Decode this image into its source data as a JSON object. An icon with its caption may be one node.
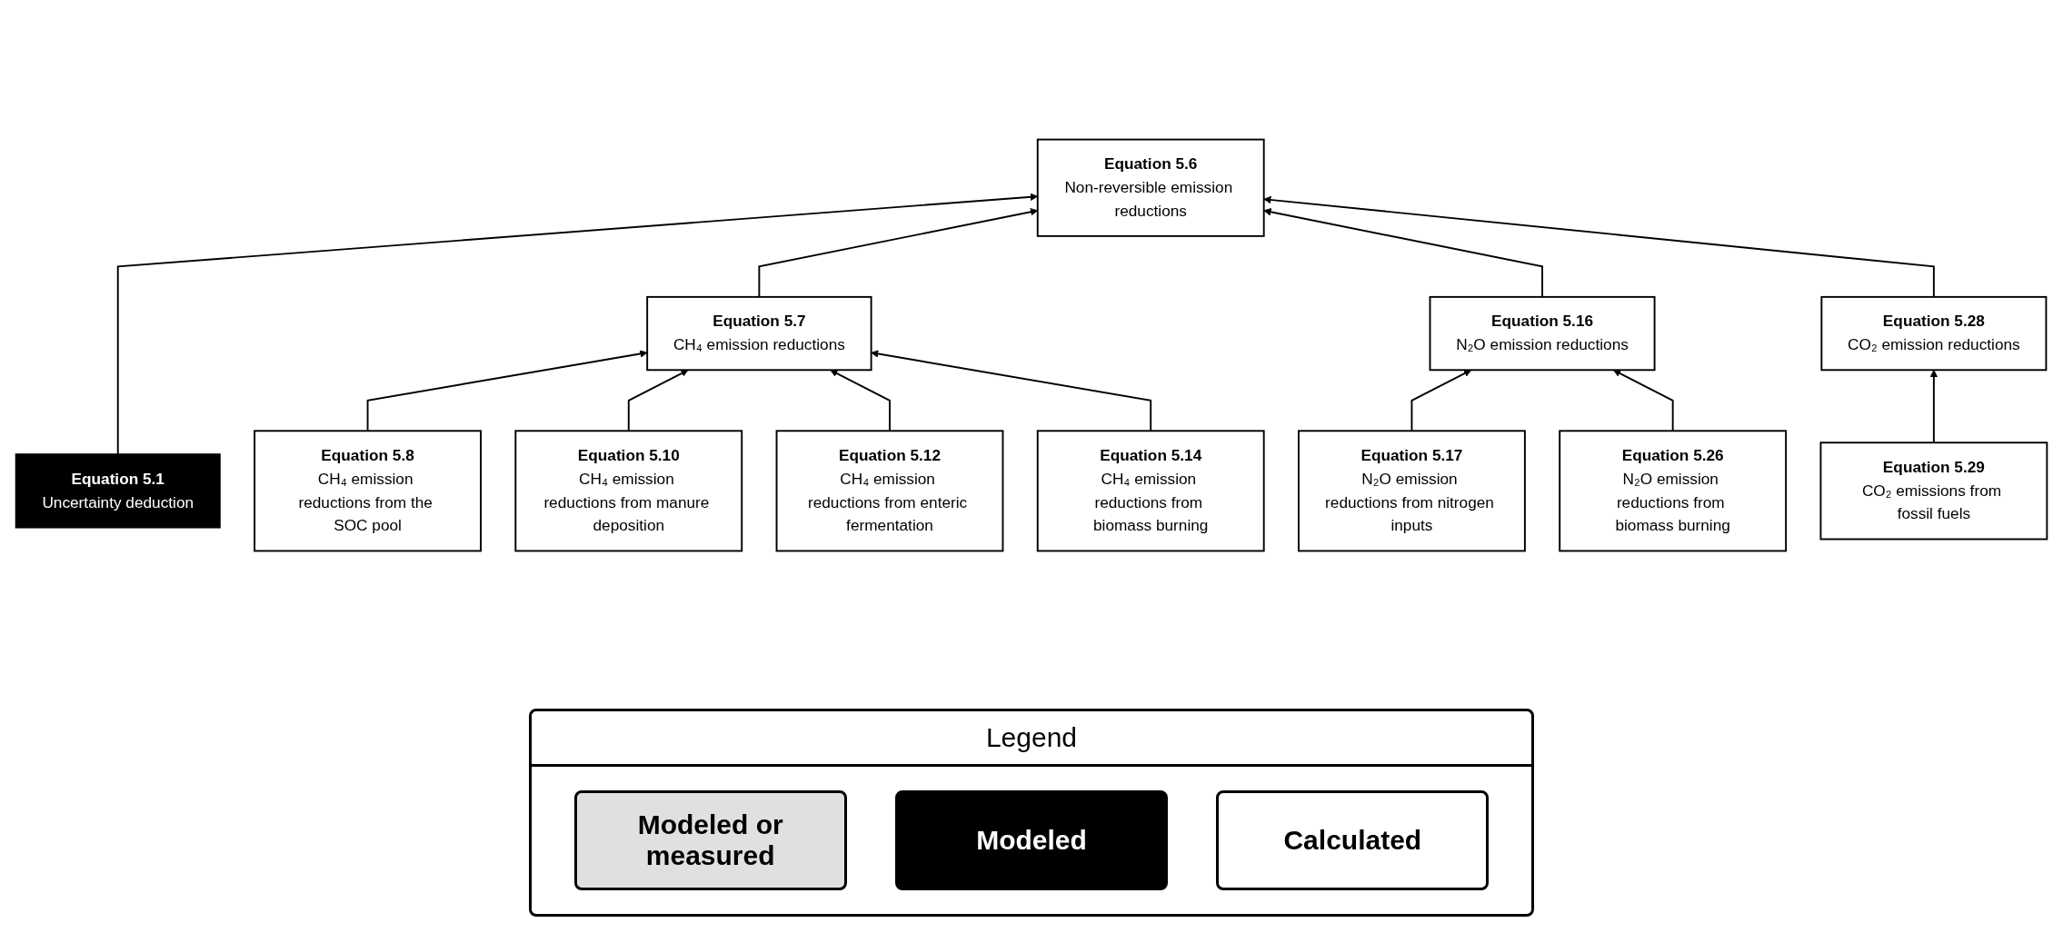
{
  "diagram": {
    "nodes": [
      {
        "text": [
          "Equation 5.6",
          "Non-reversible emission reductions"
        ]
      },
      {
        "text": [
          "Equation 5.1",
          "Uncertainty deduction"
        ]
      },
      {
        "text": [
          "Equation 5.7",
          "CH₄ emission reductions"
        ]
      },
      {
        "text": [
          "Equation 5.16",
          "N₂O emission reductions"
        ]
      },
      {
        "text": [
          "Equation 5.28",
          "CO₂ emission reductions"
        ]
      },
      {
        "text": [
          "Equation 5.8",
          "CH₄ emission reductions from the SOC pool"
        ]
      },
      {
        "text": [
          "Equation 5.10",
          "CH₄ emission reductions from manure deposition"
        ]
      },
      {
        "text": [
          "Equation 5.12",
          "CH₄ emission reductions from enteric fermentation"
        ]
      },
      {
        "text": [
          "Equation 5.14",
          "CH₄ emission reductions from biomass burning"
        ]
      },
      {
        "text": [
          "Equation 5.17",
          "N₂O emission reductions from nitrogen inputs"
        ]
      },
      {
        "text": [
          "Equation 5.26",
          "N₂O emission reductions from biomass burning"
        ]
      },
      {
        "text": [
          "Equation 5.29",
          "CO₂ emissions from fossil fuels"
        ]
      }
    ],
    "edges": [
      {
        "from": 1,
        "to": 0,
        "arrow": "to"
      },
      {
        "from": 2,
        "to": 0,
        "arrow": "to"
      },
      {
        "from": 3,
        "to": 0,
        "arrow": "to"
      },
      {
        "from": 4,
        "to": 0,
        "arrow": "to"
      },
      {
        "from": 5,
        "to": 2,
        "arrow": "to"
      },
      {
        "from": 6,
        "to": 2,
        "arrow": "to"
      },
      {
        "from": 7,
        "to": 2,
        "arrow": "to"
      },
      {
        "from": 8,
        "to": 2,
        "arrow": "to"
      },
      {
        "from": 9,
        "to": 3,
        "arrow": "to"
      },
      {
        "from": 10,
        "to": 3,
        "arrow": "to"
      },
      {
        "from": 11,
        "to": 4,
        "arrow": "to"
      }
    ],
    "labels": [
      "Legend"
    ],
    "legend": [
      {
        "text": "Modeled or measured",
        "color": "#e0e0e0"
      },
      {
        "text": "Modeled",
        "color": "#000000"
      },
      {
        "text": "Calculated",
        "color": "#ffffff"
      }
    ]
  }
}
